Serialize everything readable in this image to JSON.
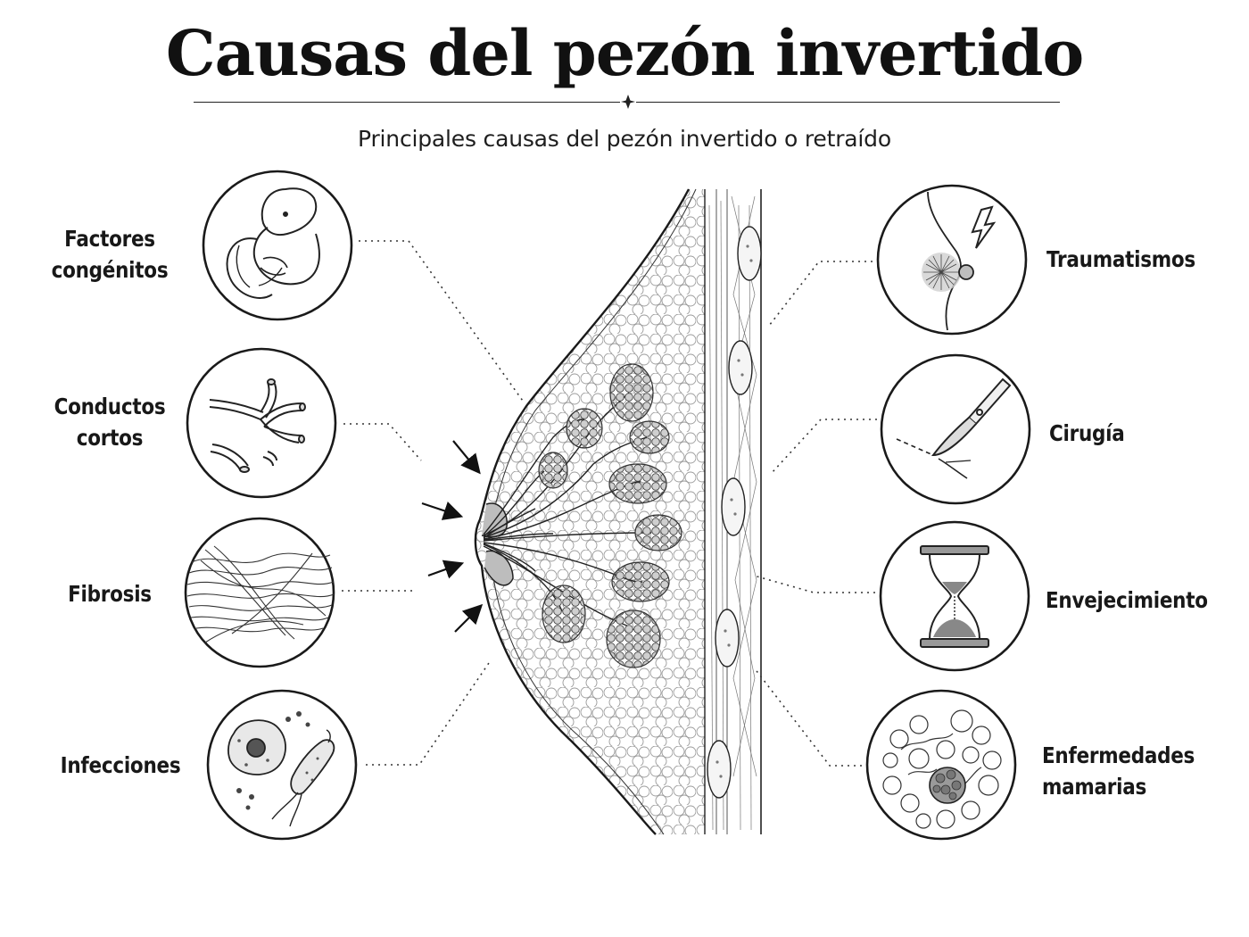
{
  "title": "Causas del pezón invertido",
  "subtitle": "Principales causas del pezón invertido o retraído",
  "causes_left": [
    {
      "line1": "Factores",
      "line2": "congénitos",
      "icon": "fetus-icon"
    },
    {
      "line1": "Conductos",
      "line2": "cortos",
      "icon": "short-ducts-icon"
    },
    {
      "line1": "Fibrosis",
      "line2": "",
      "icon": "fibrosis-icon"
    },
    {
      "line1": "Infecciones",
      "line2": "",
      "icon": "bacteria-icon"
    }
  ],
  "causes_right": [
    {
      "line1": "Traumatismos",
      "line2": "",
      "icon": "trauma-icon"
    },
    {
      "line1": "Cirugía",
      "line2": "",
      "icon": "scalpel-icon"
    },
    {
      "line1": "Envejecimiento",
      "line2": "",
      "icon": "hourglass-icon"
    },
    {
      "line1": "Enfermedades",
      "line2": "mamarias",
      "icon": "breast-disease-icon"
    }
  ],
  "colors": {
    "ink": "#1a1a1a",
    "tissue_fill": "#d8d8d8",
    "background": "#ffffff"
  }
}
